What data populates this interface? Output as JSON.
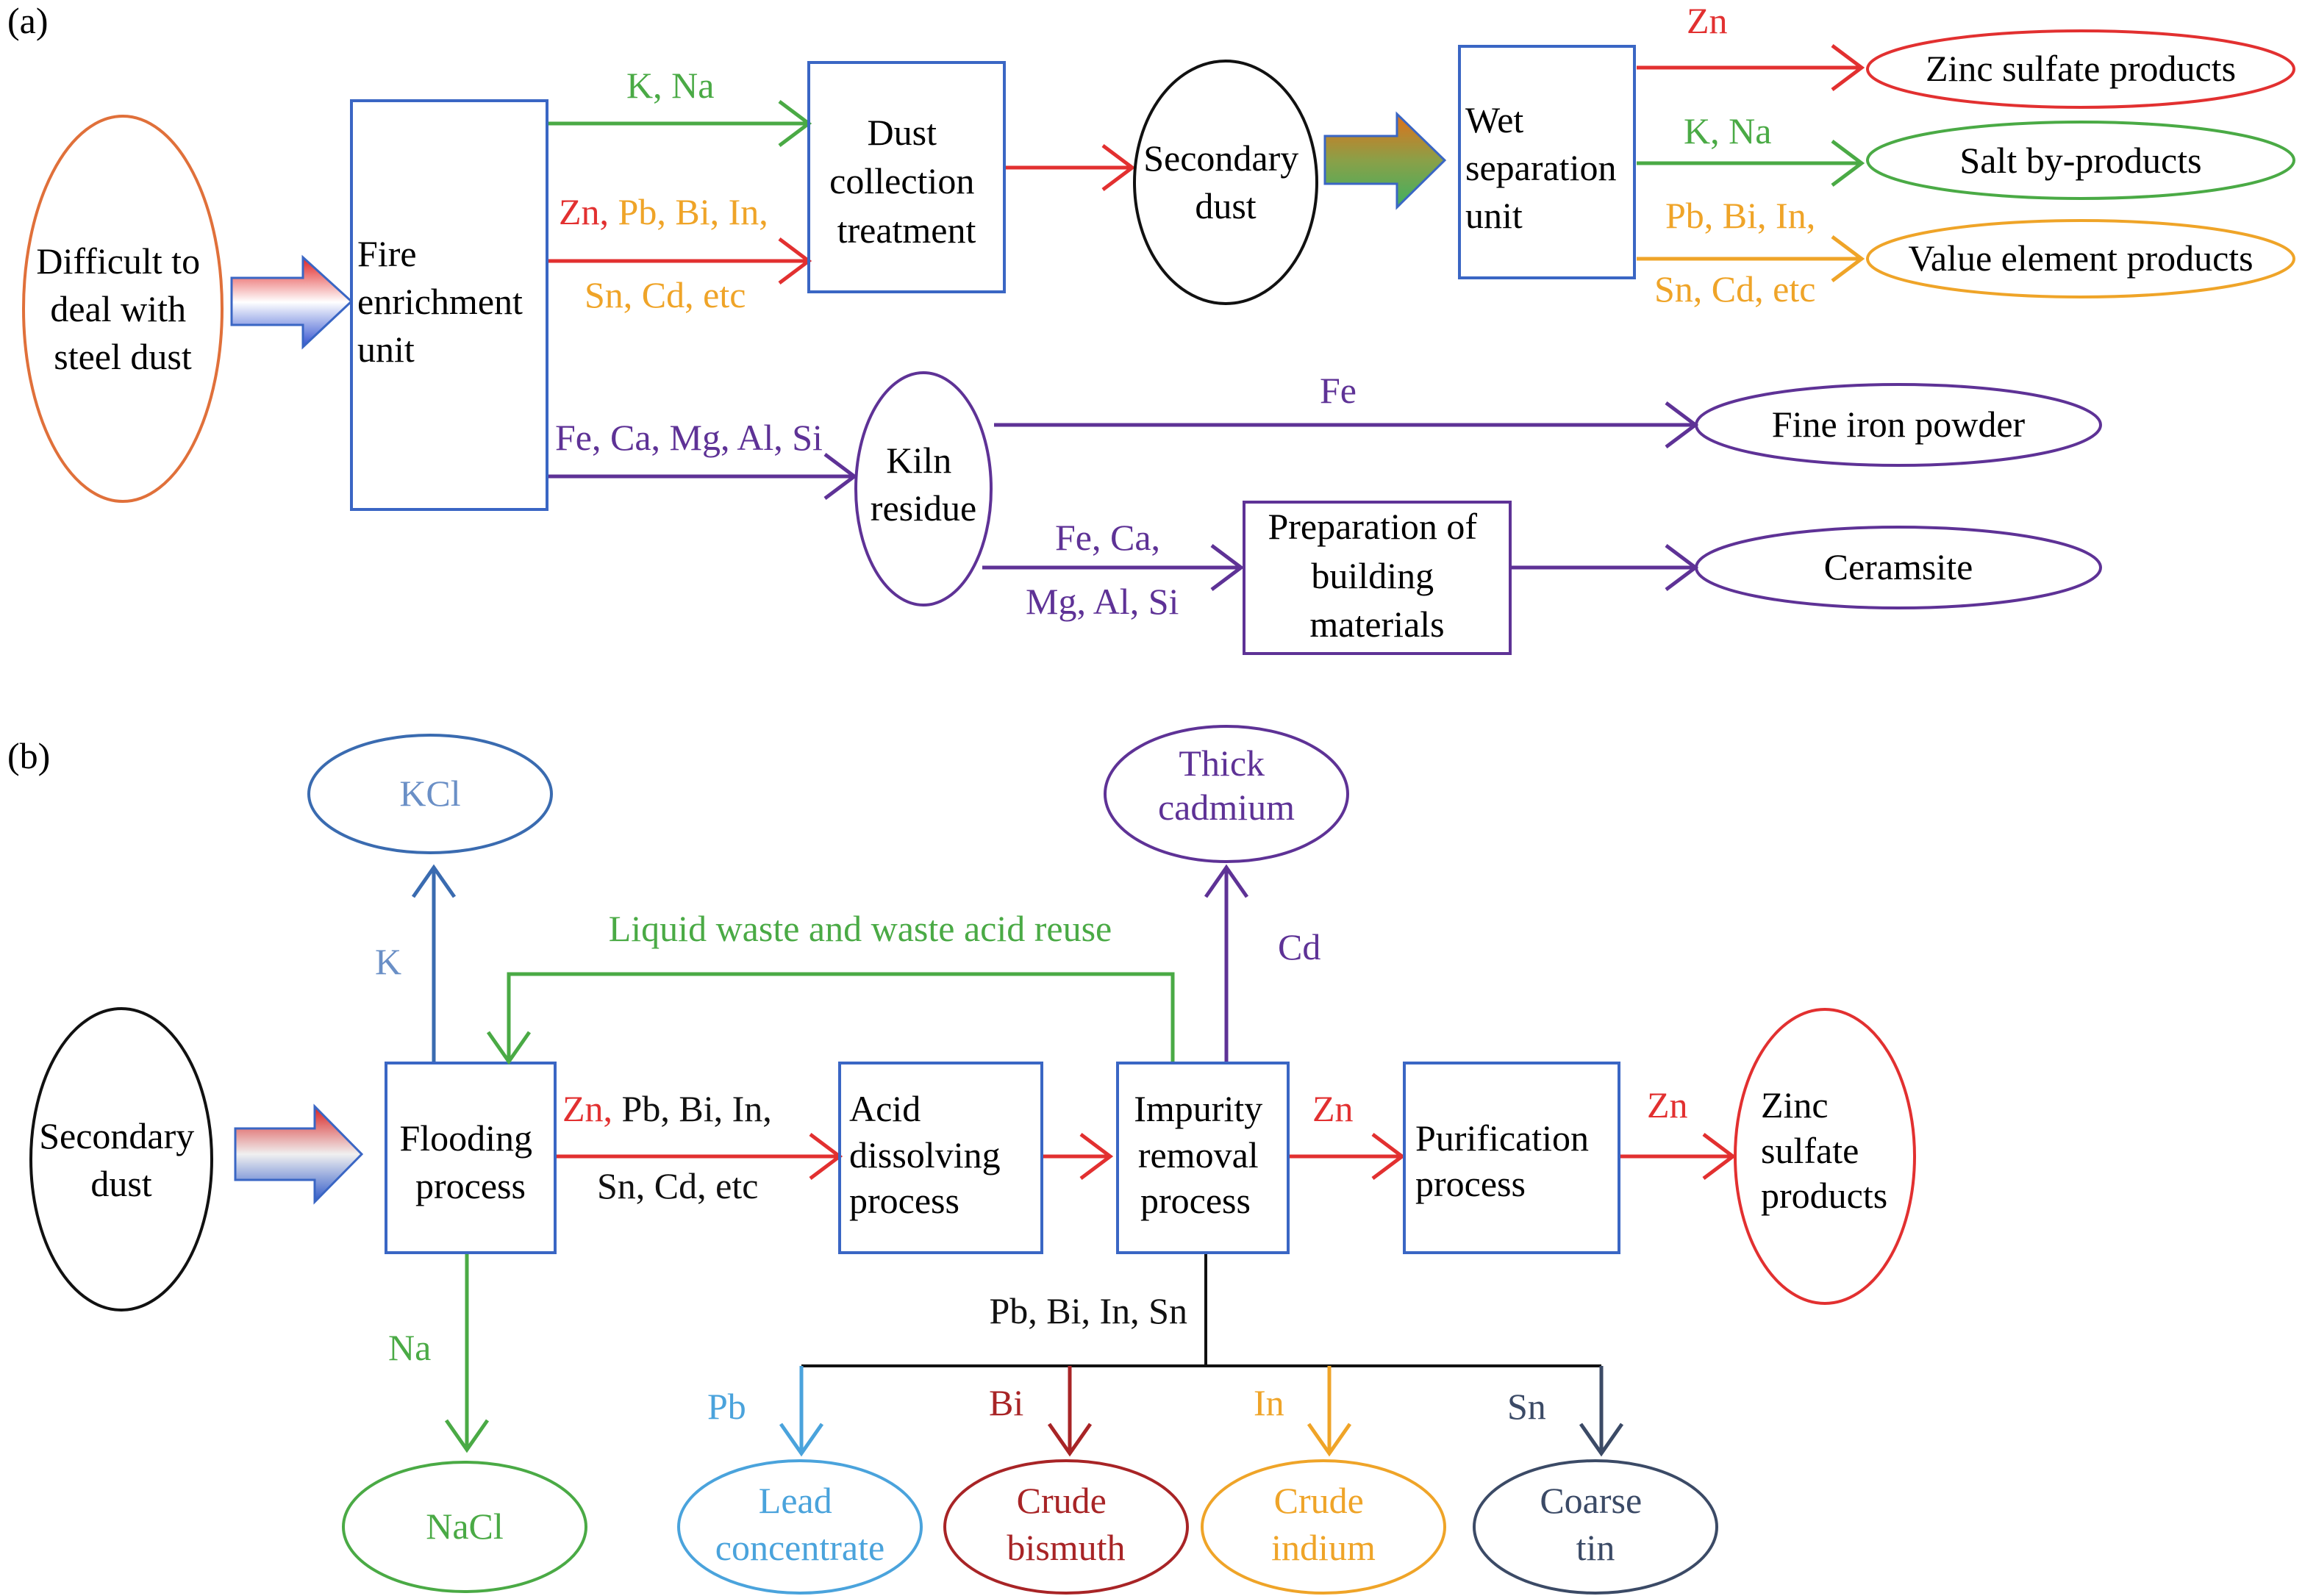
{
  "colors": {
    "blue": "#3a66c4",
    "green": "#4aaa45",
    "red": "#e23030",
    "orange": "#efa428",
    "purple": "#5e3296",
    "black": "#111111",
    "ellipse_orange": "#e0703a",
    "steel_blue": "#3a6bb0",
    "light_blue": "#4aa3dc",
    "dark_red": "#a82426",
    "navy": "#3b4a66",
    "kcl_text": "#6a8fc6"
  },
  "panel_a": {
    "tag": "(a)",
    "nodes": {
      "steel_dust": [
        "Difficult to",
        "deal with",
        "steel dust"
      ],
      "fire_unit": [
        "Fire",
        "enrichment",
        "unit"
      ],
      "dust_collection": [
        "Dust",
        "collection",
        "treatment"
      ],
      "secondary_dust": [
        "Secondary",
        "dust"
      ],
      "wet_unit": [
        "Wet",
        "separation",
        "unit"
      ],
      "zinc_sulfate": "Zinc sulfate products",
      "salt": "Salt by-products",
      "value_element": "Value element products",
      "kiln": [
        "Kiln",
        "residue"
      ],
      "fine_iron": "Fine iron powder",
      "building": [
        "Preparation of",
        "building",
        "materials"
      ],
      "ceramsite": "Ceramsite"
    },
    "labels": {
      "k_na_1": "K, Na",
      "zn_1": "Zn,",
      "pb_group_1": " Pb, Bi, In,",
      "sn_group_1": "Sn, Cd, etc",
      "fe_group": "Fe, Ca, Mg, Al, Si",
      "zn_2": "Zn",
      "k_na_2": "K, Na",
      "pb_group_2": "Pb, Bi, In,",
      "sn_group_2": "Sn, Cd, etc",
      "fe": "Fe",
      "fe_ca": "Fe, Ca,",
      "mg_al_si": "Mg, Al, Si"
    }
  },
  "panel_b": {
    "tag": "(b)",
    "nodes": {
      "secondary_dust": [
        "Secondary",
        "dust"
      ],
      "kcl": "KCl",
      "nacl": "NaCl",
      "flooding": [
        "Flooding",
        "process"
      ],
      "acid": [
        "Acid",
        "dissolving",
        "process"
      ],
      "impurity": [
        "Impurity",
        "removal",
        "process"
      ],
      "thick_cadmium": [
        "Thick",
        "cadmium"
      ],
      "purification": [
        "Purification",
        "process"
      ],
      "zinc_sulfate": [
        "Zinc",
        "sulfate",
        "products"
      ],
      "lead": [
        "Lead",
        "concentrate"
      ],
      "bismuth": [
        "Crude",
        "bismuth"
      ],
      "indium": [
        "Crude",
        "indium"
      ],
      "tin": [
        "Coarse",
        "tin"
      ]
    },
    "labels": {
      "k": "K",
      "na": "Na",
      "reuse": "Liquid waste and waste acid reuse",
      "cd": "Cd",
      "zn_a": "Zn,",
      "pb_group": " Pb, Bi, In,",
      "sn_group": "Sn, Cd, etc",
      "zn_b": "Zn",
      "zn_c": "Zn",
      "pb_bi_in_sn": "Pb, Bi, In, Sn",
      "pb": "Pb",
      "bi": "Bi",
      "in": "In",
      "sn": "Sn"
    }
  }
}
